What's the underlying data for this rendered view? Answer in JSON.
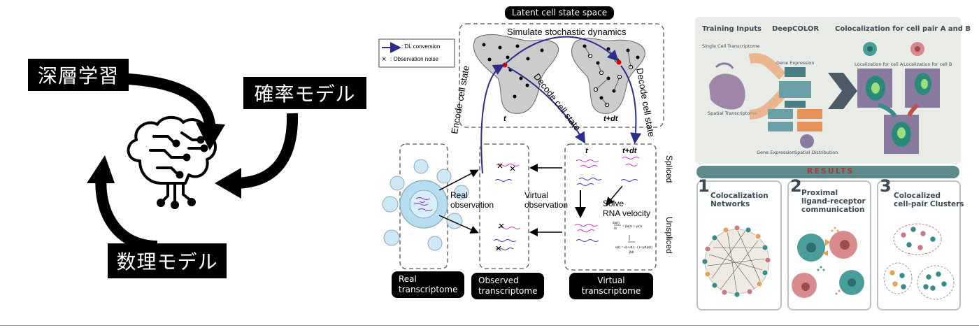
{
  "left": {
    "deep_learning": "深層学習",
    "probabilistic_model": "確率モデル",
    "mathematical_model": "数理モデル"
  },
  "middle": {
    "latent_space": "Latent cell state space",
    "simulate": "Simulate stochastic dynamics",
    "legend_dl": ": DL conversion",
    "legend_noise": ": Observation noise",
    "encode": "Encode cell state",
    "decode1": "Decode cell state",
    "decode2": "Decode cell state",
    "t_label": "t",
    "tdt_label": "t+dt",
    "t_label2": "t",
    "tdt_label2": "t+dt",
    "spliced": "Spliced",
    "unspliced": "Unspliced",
    "real_obs": "Real\nobservation",
    "virtual_obs": "Virtual\nobservation",
    "solve": "Solve\nRNA velocity",
    "real_tx": "Real\ntranscriptome",
    "observed_tx": "Observed\ntranscriptome",
    "virtual_tx": "Virtual\ntranscriptome"
  },
  "right": {
    "training_inputs": "Training Inputs",
    "deepcolor": "DeepCOLOR",
    "coloc_title": "Colocalization for cell pair A and B",
    "single_cell": "Single Cell Transcriptome",
    "spatial_tx": "Spatial Transcriptome",
    "gene_expression": "Gene Expression",
    "gene_expression2": "Gene Expression",
    "spatial_distribution": "Spatial Distribution",
    "loc_a": "Localization for cell A",
    "loc_b": "Localization for cell B",
    "results": "RESULTS",
    "card1_num": "1",
    "card1_title": "Colocalization\nNetworks",
    "card2_num": "2",
    "card2_title": "Proximal\nligand-receptor\ncommunication",
    "card3_num": "3",
    "card3_title": "Colocalized\ncell-pair Clusters"
  },
  "colors": {
    "arrow_blue": "#2d2e8a",
    "panel_bg": "#e9ebe6",
    "results_bar": "#5f8a8c",
    "results_text": "#a83a3a",
    "teal": "#3a8a8a",
    "pink": "#c97a84"
  }
}
